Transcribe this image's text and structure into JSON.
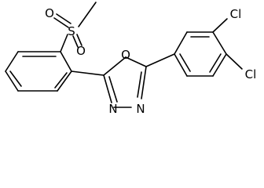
{
  "molecule": {
    "atoms": {
      "sulfur": "S",
      "sulfonyl_oxygen_top": "O",
      "sulfonyl_oxygen_bottom": "O",
      "ring_oxygen": "O",
      "nitrogen_1": "N",
      "nitrogen_2": "N",
      "chlorine_upper": "Cl",
      "chlorine_lower": "Cl"
    }
  }
}
